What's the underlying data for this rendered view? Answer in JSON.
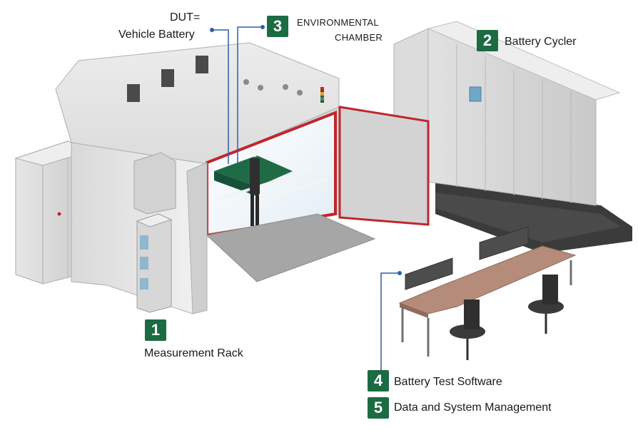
{
  "colors": {
    "badge_green": "#1b6b43",
    "leader_blue": "#2f5fa7",
    "chamber_red": "#c0262d",
    "battery_green": "#1f6b45"
  },
  "callouts": [
    {
      "number": "1",
      "text": "Measurement Rack"
    },
    {
      "number": "2",
      "text": "Battery Cycler"
    },
    {
      "number": "3",
      "text_line1": "ENVIRONMENTAL",
      "text_line2": "CHAMBER"
    },
    {
      "number": "4",
      "text": "Battery Test Software"
    },
    {
      "number": "5",
      "text": "Data and System Management"
    }
  ],
  "dut_label": {
    "line1": "DUT=",
    "line2": "Vehicle Battery"
  }
}
